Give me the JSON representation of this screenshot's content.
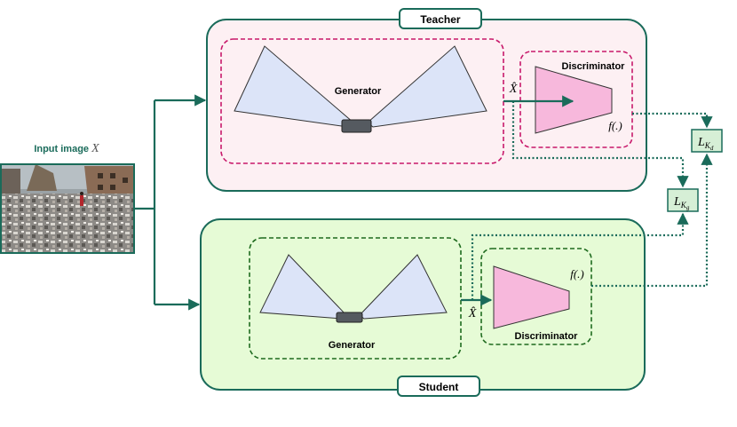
{
  "teacher": {
    "label": "Teacher",
    "generator_label": "Generator",
    "discriminator_label": "Discriminator",
    "feature_label": "f(.)",
    "output_label": "X̂"
  },
  "student": {
    "label": "Student",
    "generator_label": "Generator",
    "discriminator_label": "Discriminator",
    "feature_label": "f(.)",
    "output_label": "X̂"
  },
  "input": {
    "label": "Input image",
    "symbol": "X"
  },
  "losses": {
    "kd": {
      "base": "L",
      "sub": "K",
      "subsub": "d"
    },
    "kg": {
      "base": "L",
      "sub": "K",
      "subsub": "g"
    }
  },
  "colors": {
    "arrow": "#1a6b5a",
    "teacher_bg": "#fdf0f3",
    "teacher_dash": "#c8196b",
    "student_bg": "#e6fbd6",
    "student_dash": "#1f6b1f",
    "generator_fill": "#dce4f8",
    "bottleneck": "#555a60",
    "discriminator_fill": "#f7b8dc",
    "loss_fill": "#d6efd6"
  }
}
